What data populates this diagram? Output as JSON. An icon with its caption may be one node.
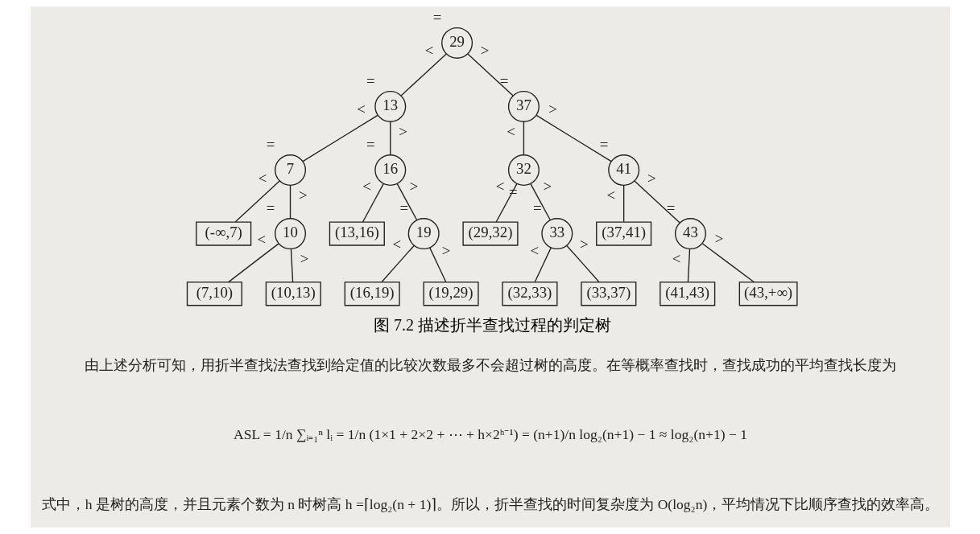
{
  "diagram": {
    "caption": "图 7.2 描述折半查找过程的判定树",
    "nodes": [
      {
        "text": [
          "29"
        ],
        "beside": [
          "="
        ]
      },
      {
        "text": [
          "13"
        ],
        "beside": [
          "="
        ]
      },
      {
        "text": [
          "37"
        ],
        "beside": [
          "="
        ]
      },
      {
        "text": [
          "7"
        ],
        "beside": [
          "="
        ]
      },
      {
        "text": [
          "16"
        ],
        "beside": [
          "="
        ]
      },
      {
        "text": [
          "32"
        ],
        "beside": [
          "="
        ]
      },
      {
        "text": [
          "41"
        ],
        "beside": [
          "="
        ]
      },
      {
        "text": [
          "(-∞,7)"
        ]
      },
      {
        "text": [
          "10"
        ],
        "beside": [
          "="
        ]
      },
      {
        "text": [
          "(13,16)"
        ]
      },
      {
        "text": [
          "19"
        ],
        "beside": [
          "="
        ]
      },
      {
        "text": [
          "(29,32)"
        ]
      },
      {
        "text": [
          "33"
        ],
        "beside": [
          "="
        ]
      },
      {
        "text": [
          "(37,41)"
        ]
      },
      {
        "text": [
          "43"
        ],
        "beside": [
          "="
        ]
      },
      {
        "text": [
          "(7,10)"
        ]
      },
      {
        "text": [
          "(10,13)"
        ]
      },
      {
        "text": [
          "(16,19)"
        ]
      },
      {
        "text": [
          "(19,29)"
        ]
      },
      {
        "text": [
          "(32,33)"
        ]
      },
      {
        "text": [
          "(33,37)"
        ]
      },
      {
        "text": [
          "(41,43)"
        ]
      },
      {
        "text": [
          "(43,+∞)"
        ]
      }
    ],
    "edges": [
      {
        "from": 0,
        "to": 1,
        "arrow": "none",
        "label": "<"
      },
      {
        "from": 0,
        "to": 2,
        "arrow": "none",
        "label": ">"
      },
      {
        "from": 1,
        "to": 3,
        "arrow": "none",
        "label": "<"
      },
      {
        "from": 1,
        "to": 4,
        "arrow": "none",
        "label": ">"
      },
      {
        "from": 2,
        "to": 5,
        "arrow": "none",
        "label": "<"
      },
      {
        "from": 2,
        "to": 6,
        "arrow": "none",
        "label": ">"
      },
      {
        "from": 3,
        "to": 7,
        "arrow": "none",
        "label": "<"
      },
      {
        "from": 3,
        "to": 8,
        "arrow": "none",
        "label": ">"
      },
      {
        "from": 4,
        "to": 9,
        "arrow": "none",
        "label": "<"
      },
      {
        "from": 4,
        "to": 10,
        "arrow": "none",
        "label": ">"
      },
      {
        "from": 5,
        "to": 11,
        "arrow": "none",
        "label": "<"
      },
      {
        "from": 5,
        "to": 12,
        "arrow": "none",
        "label": ">"
      },
      {
        "from": 6,
        "to": 13,
        "arrow": "none",
        "label": "<"
      },
      {
        "from": 6,
        "to": 14,
        "arrow": "none",
        "label": ">"
      },
      {
        "from": 8,
        "to": 15,
        "arrow": "none",
        "label": "<"
      },
      {
        "from": 8,
        "to": 16,
        "arrow": "none",
        "label": ">"
      },
      {
        "from": 10,
        "to": 17,
        "arrow": "none",
        "label": "<"
      },
      {
        "from": 10,
        "to": 18,
        "arrow": "none",
        "label": ">"
      },
      {
        "from": 12,
        "to": 19,
        "arrow": "none",
        "label": "<"
      },
      {
        "from": 12,
        "to": 20,
        "arrow": "none",
        "label": ">"
      },
      {
        "from": 14,
        "to": 21,
        "arrow": "none",
        "label": "<"
      },
      {
        "from": 14,
        "to": 22,
        "arrow": "none",
        "label": ">"
      }
    ],
    "labels": [
      "由上述分析可知，用折半查找法查找到给定值的比较次数最多不会超过树的高度。在等概率查找时，查找成功的平均查找长度为",
      "ASL = 1/n ∑ᵢ₌₁ⁿ lᵢ = 1/n (1×1 + 2×2 + ⋯ + h×2ʰ⁻¹) = (n+1)/n log₂(n+1) − 1 ≈ log₂(n+1) − 1",
      "式中，h 是树的高度，并且元素个数为 n 时树高 h =⌈log₂(n + 1)⌉。所以，折半查找的时间复杂度为 O(log₂n)，平均情况下比顺序查找的效率高。"
    ]
  }
}
